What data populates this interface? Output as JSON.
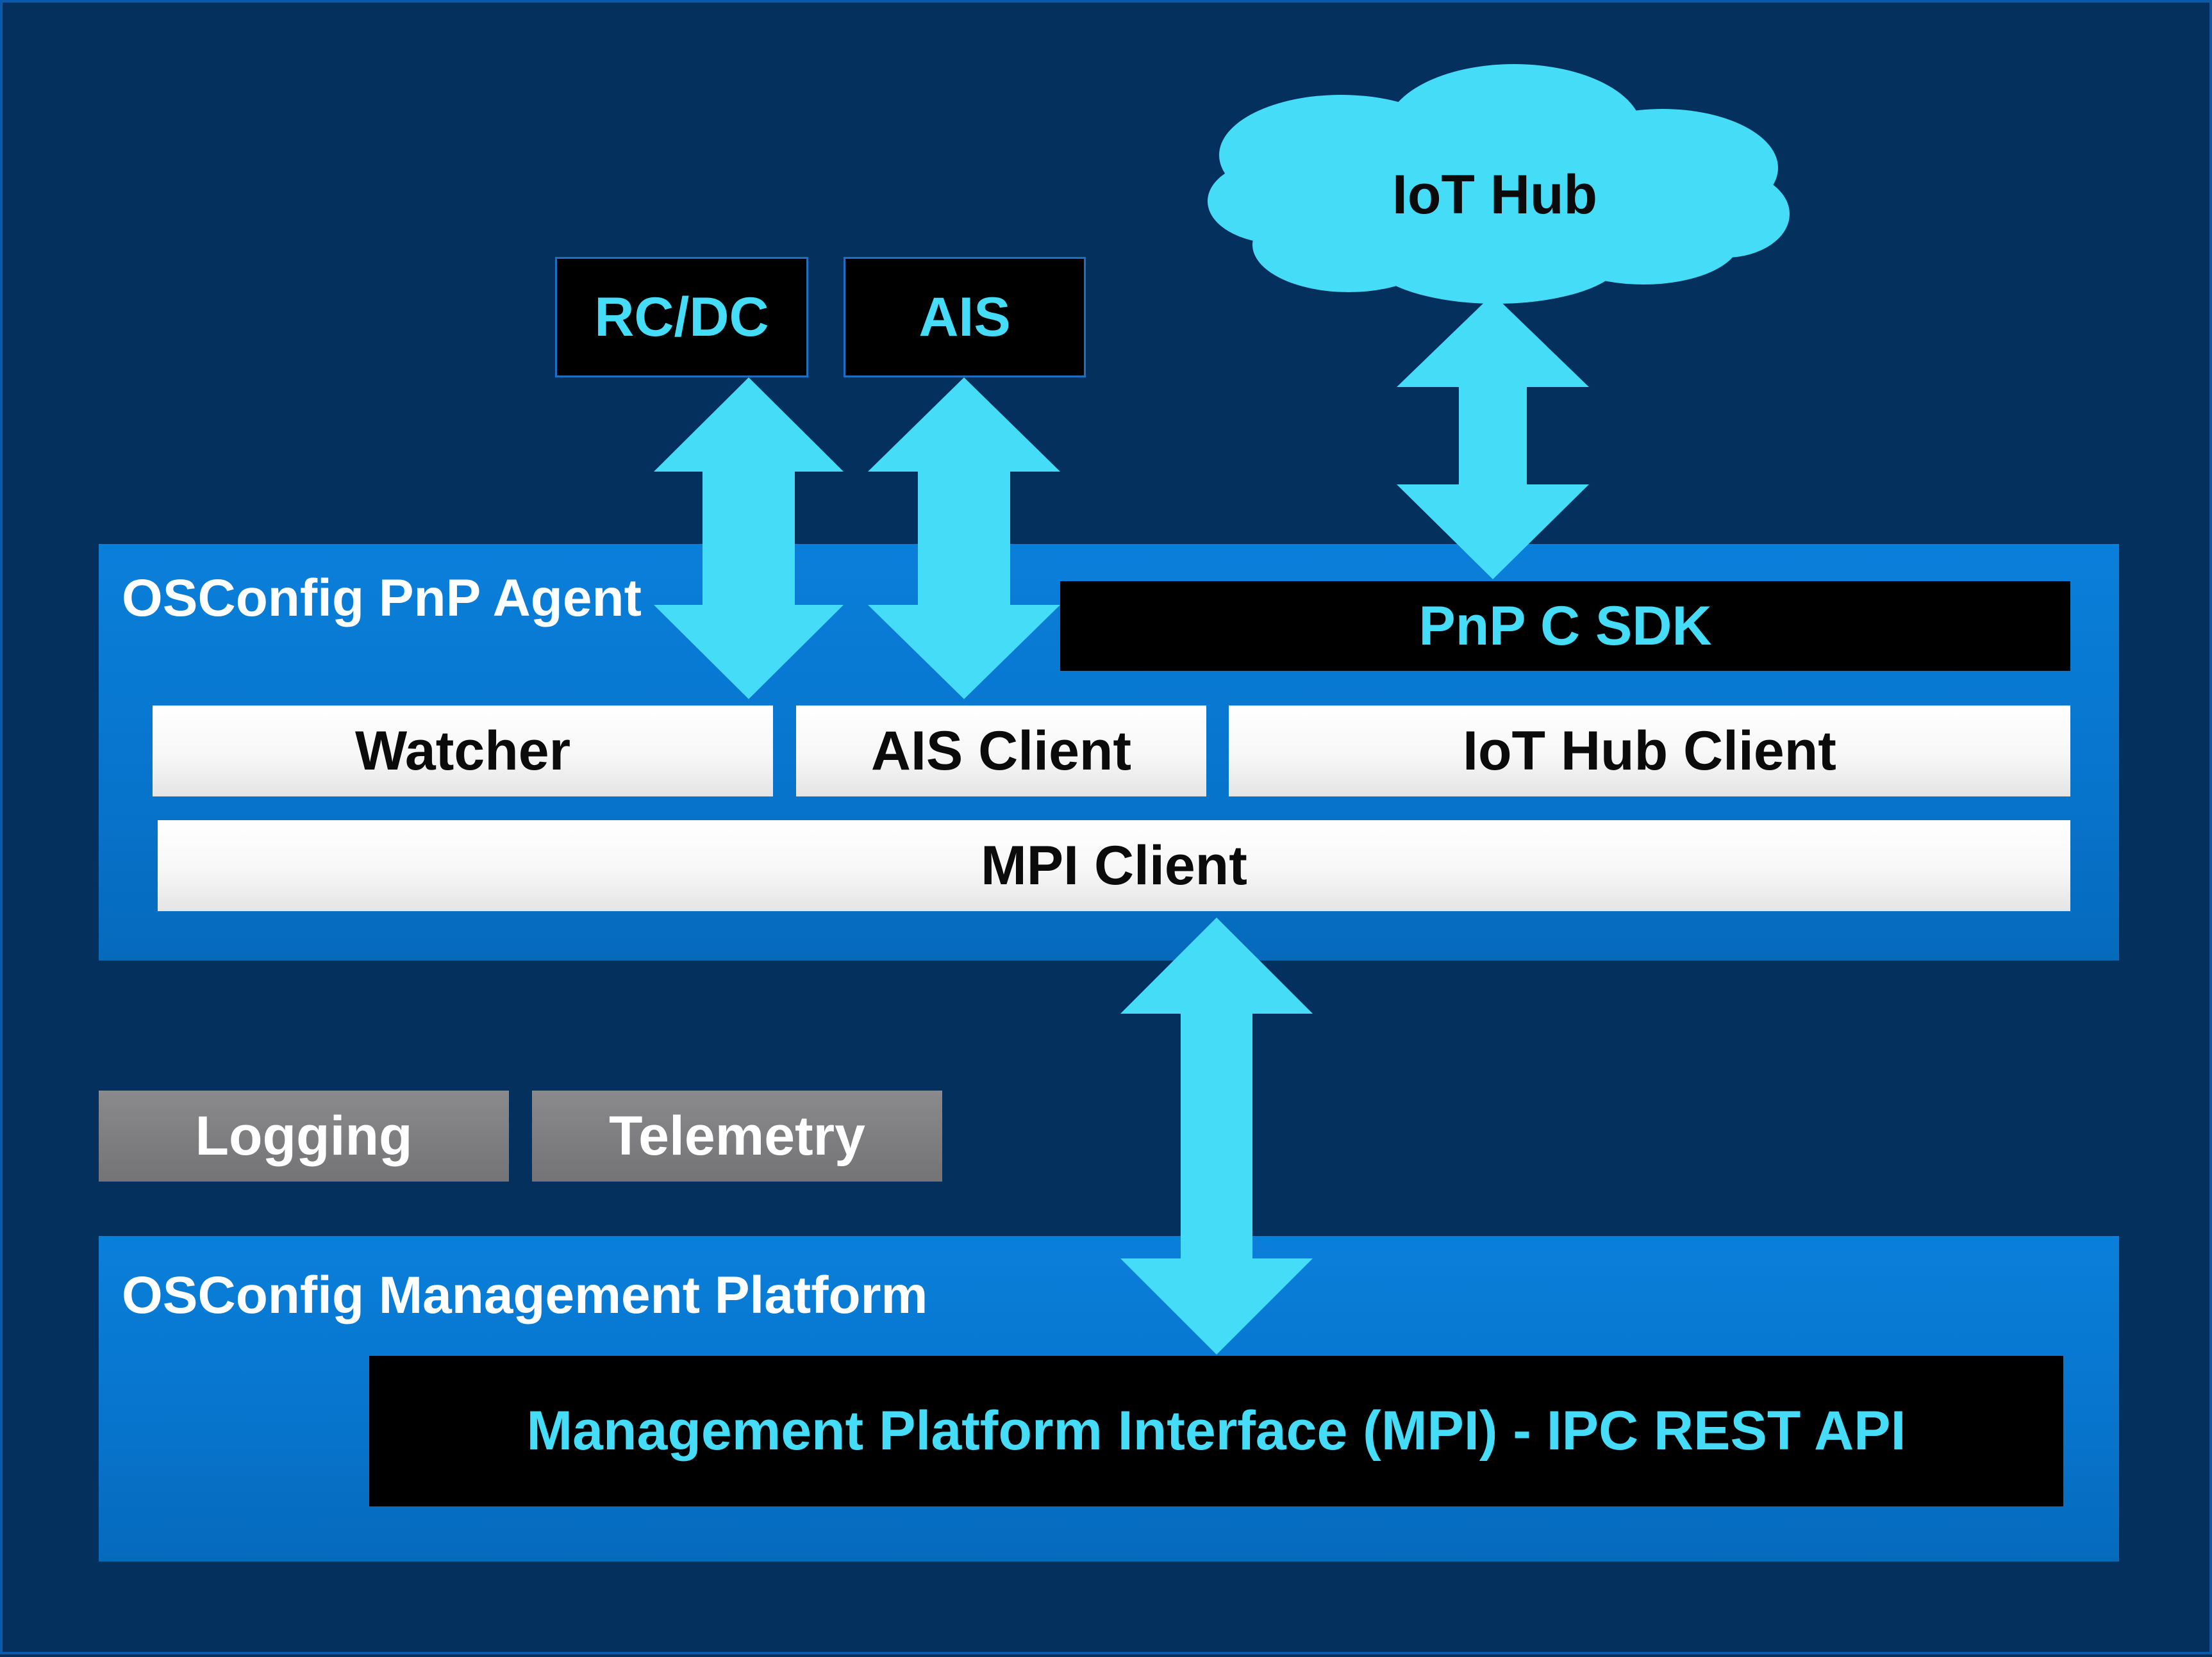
{
  "agent": {
    "title": "OSConfig PnP Agent",
    "sdk": "PnP C SDK",
    "watcher": "Watcher",
    "ais_client": "AIS Client",
    "iot_hub_client": "IoT Hub Client",
    "mpi_client": "MPI Client"
  },
  "external": {
    "rcdc": "RC/DC",
    "ais": "AIS",
    "iot_hub": "IoT Hub"
  },
  "utilities": {
    "logging": "Logging",
    "telemetry": "Telemetry"
  },
  "platform": {
    "title": "OSConfig Management Platform",
    "mpi": "Management Platform Interface (MPI) - IPC REST API"
  },
  "colors": {
    "background": "#04305e",
    "panel": "#0774cc",
    "arrow": "#45dcf7",
    "black_box_text": "#45dcf7"
  }
}
